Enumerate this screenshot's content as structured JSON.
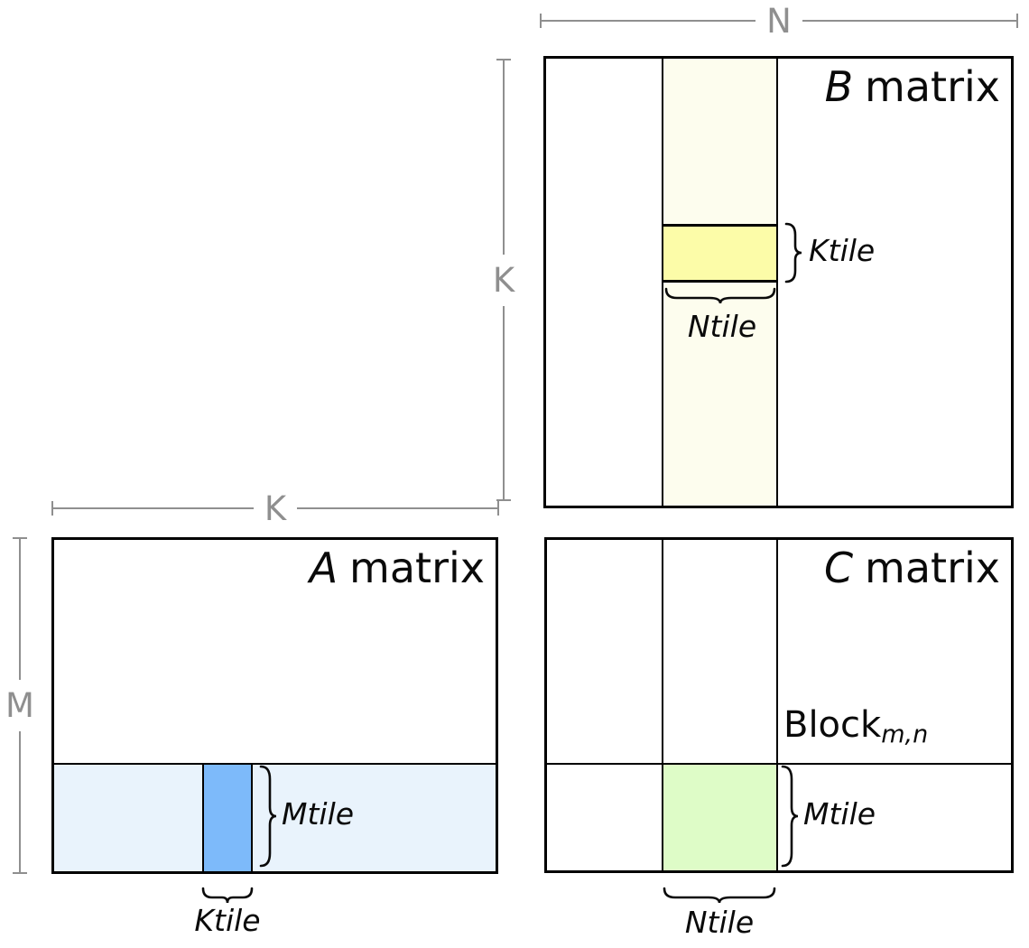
{
  "figure": {
    "dim_labels": {
      "n": "N",
      "k_vertical": "K",
      "k_horizontal": "K",
      "m": "M"
    },
    "matrices": {
      "b": {
        "letter": "B",
        "word": "matrix"
      },
      "a": {
        "letter": "A",
        "word": "matrix"
      },
      "c": {
        "letter": "C",
        "word": "matrix"
      }
    },
    "tile_labels": {
      "b_ktile": "Ktile",
      "b_ntile": "Ntile",
      "a_mtile": "Mtile",
      "a_ktile": "Ktile",
      "c_mtile": "Mtile",
      "c_ntile": "Ntile"
    },
    "block_label": {
      "base": "Block",
      "sub": "m,n"
    },
    "colors": {
      "border": "#000000",
      "dim_line": "#8f8f8f",
      "b_strip": "#FDFDEE",
      "b_tile": "#FCFCA8",
      "a_strip": "#E9F3FC",
      "a_tile": "#7DBAFA",
      "c_tile": "#DEFCC7"
    }
  }
}
